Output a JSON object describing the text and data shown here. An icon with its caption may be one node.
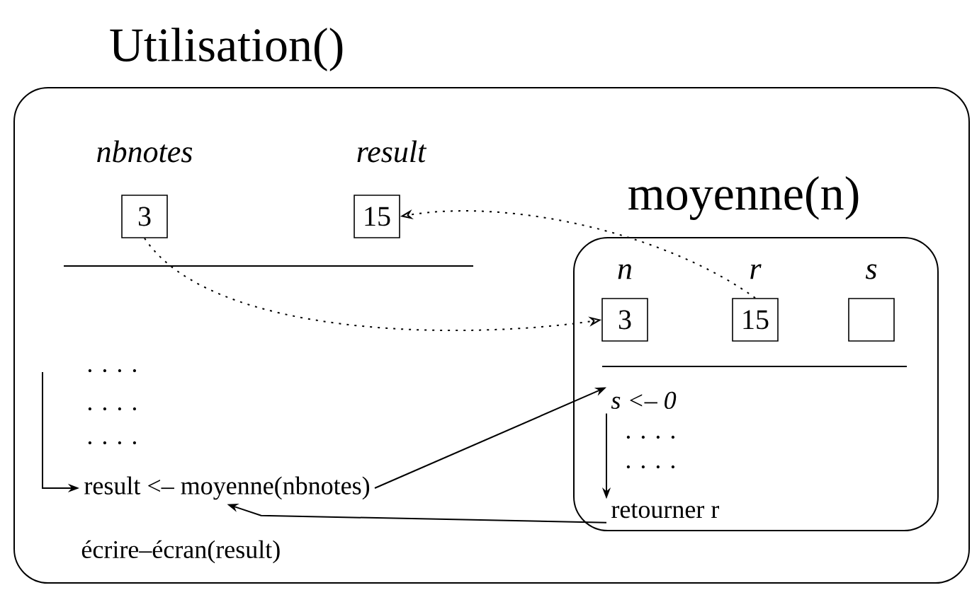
{
  "diagram": {
    "nodes": [
      {
        "text": [
          "Utilisation()"
        ]
      },
      {
        "text": [
          "3"
        ],
        "beside": [
          "nbnotes"
        ],
        "in": 0
      },
      {
        "text": [
          "15"
        ],
        "beside": [
          "result"
        ],
        "in": 0
      },
      {
        "text": [
          "moyenne(n)"
        ],
        "in": 0
      },
      {
        "text": [
          "3"
        ],
        "beside": [
          "n"
        ],
        "in": 3
      },
      {
        "text": [
          "15"
        ],
        "beside": [
          "r"
        ],
        "in": 3
      },
      {
        "text": [],
        "shape": "box",
        "beside": [
          "s"
        ],
        "in": 3
      },
      {
        "text": [
          "result <– moyenne(nbnotes)"
        ],
        "in": 0
      },
      {
        "text": [
          "s <– 0"
        ],
        "in": 3
      },
      {
        "text": [
          "retourner r"
        ],
        "in": 3
      }
    ],
    "edges": [
      {
        "from": 1,
        "to": 4,
        "arrow": "to",
        "style": "dashed"
      },
      {
        "from": 5,
        "to": 2,
        "arrow": "to",
        "style": "dashed"
      },
      {
        "from": null,
        "to": 7,
        "arrow": "to"
      },
      {
        "from": 7,
        "to": 8,
        "arrow": "to"
      },
      {
        "from": 8,
        "to": 9,
        "arrow": "to"
      },
      {
        "from": 9,
        "to": 7,
        "arrow": "to"
      }
    ],
    "labels": [
      ". . . .",
      ". . . .",
      ". . . .",
      "écrire–écran(result)",
      ". . . .",
      ". . . ."
    ]
  }
}
